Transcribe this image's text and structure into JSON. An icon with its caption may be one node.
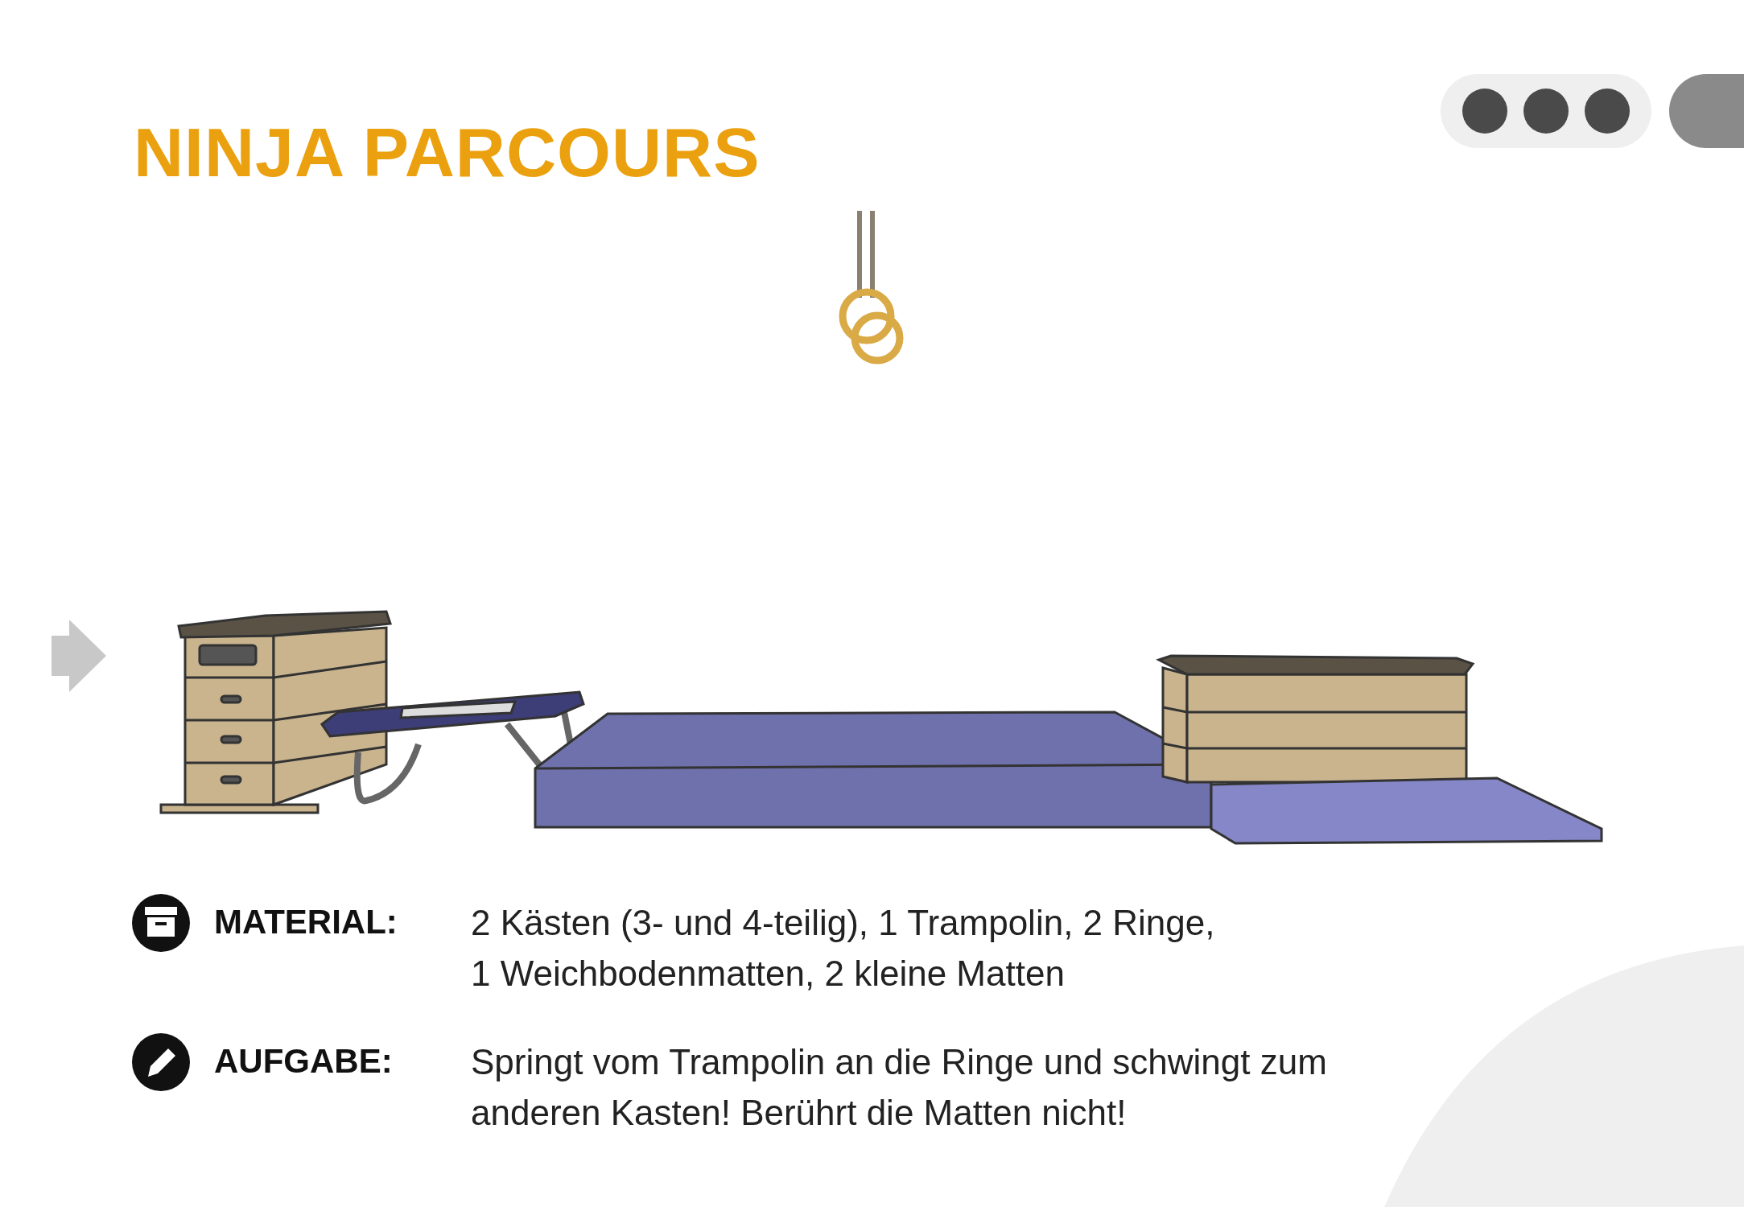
{
  "diagram": {
    "title": "NINJA PARCOURS",
    "labels": [
      "MATERIAL:",
      "2 Kästen (3- und 4-teilig), 1 Trampolin, 2 Ringe, 1 Weichbodenmatten, 2 kleine Matten",
      "AUFGABE:",
      "Springt vom Trampolin an die Ringe und schwingt zum anderen Kasten! Berührt die Matten nicht!"
    ]
  }
}
